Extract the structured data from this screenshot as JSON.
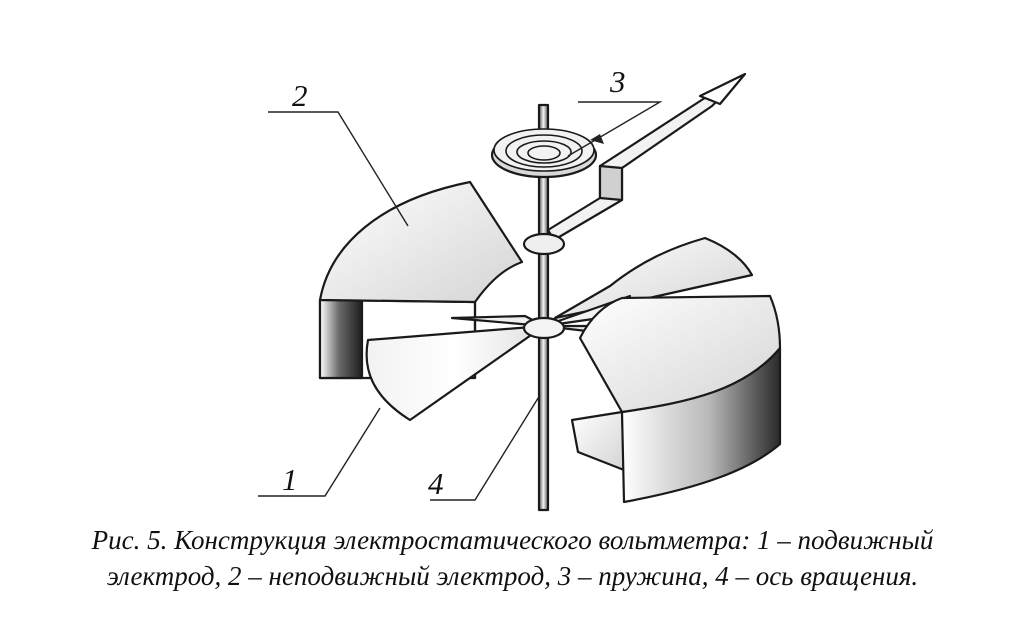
{
  "diagram": {
    "labels": {
      "moving_electrode": "1",
      "fixed_electrode": "2",
      "spring": "3",
      "rotation_axis": "4"
    }
  },
  "caption": {
    "line1": "Рис. 5. Конструкция электростатического вольтметра: 1 – подвижный",
    "line2": "электрод, 2 – неподвижный электрод, 3 – пружина, 4 – ось вращения."
  }
}
